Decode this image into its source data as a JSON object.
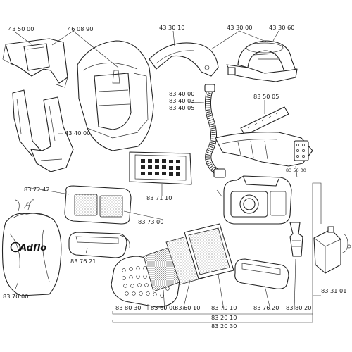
{
  "labels": {
    "p435000": "43 50 00",
    "p460890": "46 08 90",
    "p434000": "43 40 00",
    "p433010": "43 30 10",
    "p433000": "43 30 00",
    "p433060": "43 30 60",
    "p834000": "83 40 00",
    "p834003": "83 40 03",
    "p834005": "83 40 05",
    "p835005": "83 50 05",
    "p835000": "83 50 00",
    "p837110": "83 71 10",
    "p837242": "83 72 42",
    "p837300": "83 73 00",
    "p837621": "83 76 21",
    "p837000": "83 70 00",
    "p838030": "83 80 30",
    "p836000": "83 60 00",
    "p836010": "83 60 10",
    "p837010": "83 70 10",
    "p837620": "83 76 20",
    "p838020": "83 80 20",
    "p833101": "83 31 01",
    "p832010": "83 20 10",
    "p832030": "83 20 30"
  },
  "brand_text": "Adflo",
  "icons": {
    "helmet": "welding-helmet-icon",
    "bag": "drawstring-bag-icon",
    "charger": "battery-charger-icon"
  }
}
